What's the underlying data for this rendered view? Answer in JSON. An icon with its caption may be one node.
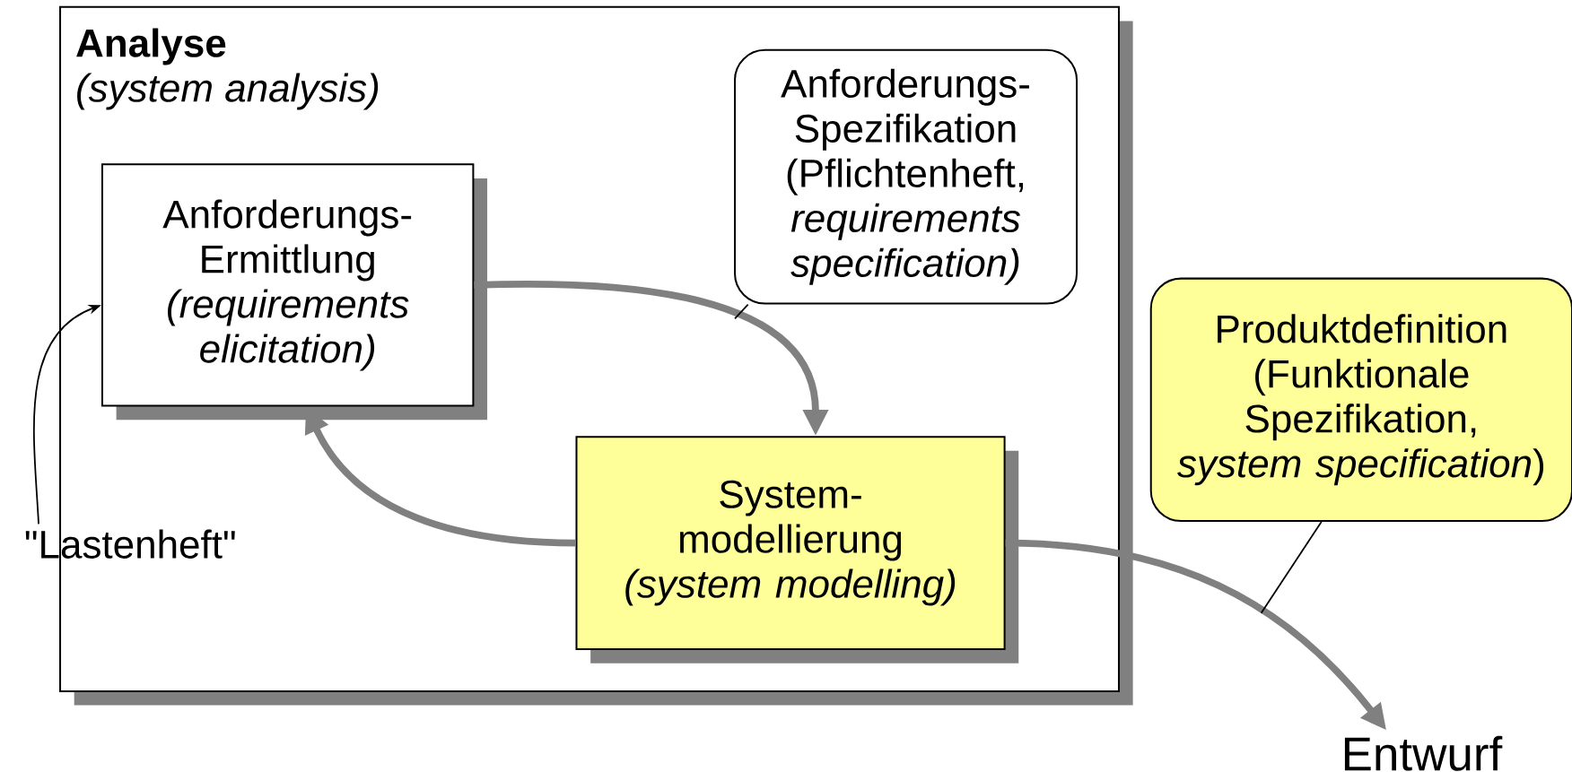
{
  "diagram": {
    "nodes": [
      {
        "text": [
          "Analyse",
          "(system analysis)"
        ]
      },
      {
        "text": [
          "Anforderungs-Ermittlung",
          "(requirements elicitation)"
        ],
        "in": 0
      },
      {
        "text": [
          "Anforderungs-Spezifikation (Pflichtenheft, *requirements specification)*"
        ],
        "in": 0
      },
      {
        "text": [
          "System-modellierung",
          "(system modelling)"
        ],
        "in": 0
      },
      {
        "text": [
          "Produktdefinition (Funktionale Spezifikation, *system specification*)"
        ]
      },
      {
        "text": [
          "\"Lastenheft\""
        ]
      },
      {
        "text": [
          "Entwurf"
        ]
      }
    ],
    "edges": [
      {
        "from": 1,
        "to": 3,
        "arrow": "to",
        "style": "thick",
        "color": "#808080"
      },
      {
        "from": 3,
        "to": 1,
        "arrow": "to",
        "style": "thick",
        "color": "#808080"
      },
      {
        "from": 3,
        "to": 6,
        "arrow": "to",
        "style": "thick",
        "color": "#808080"
      },
      {
        "from": 5,
        "to": 1,
        "arrow": "to",
        "color": "#000000"
      },
      {
        "from": 2,
        "to": null,
        "arrow": "none",
        "color": "#000000"
      },
      {
        "from": 4,
        "to": null,
        "arrow": "none",
        "color": "#000000"
      }
    ]
  }
}
